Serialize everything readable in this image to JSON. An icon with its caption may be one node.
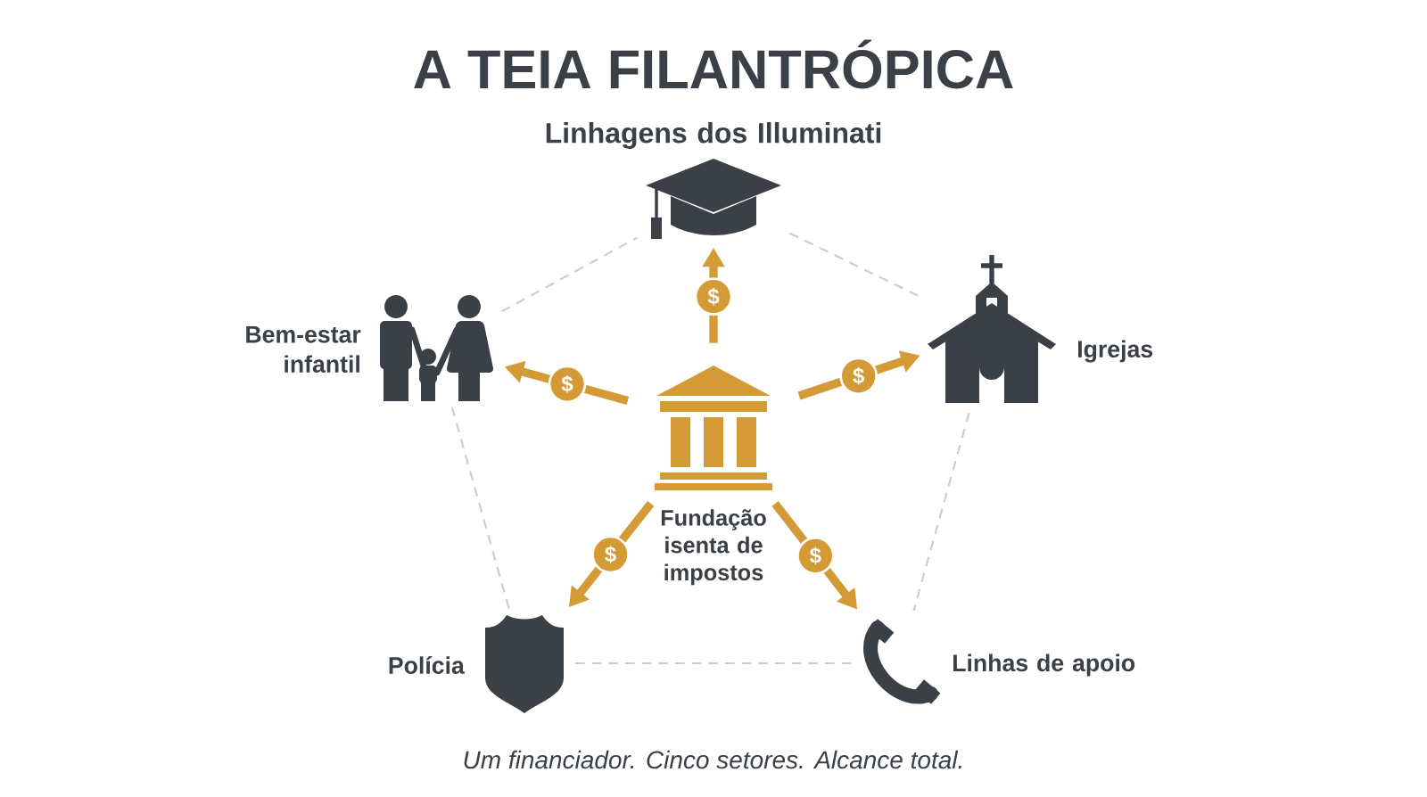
{
  "diagram": {
    "title": "A TEIA FILANTRÓPICA",
    "caption": "Um financiador. Cinco setores. Alcance total.",
    "nodes": [
      {
        "text": [
          "Fundação isenta de impostos"
        ]
      },
      {
        "text": [
          "Linhagens dos Illuminati"
        ]
      },
      {
        "text": [
          "Bem-estar infantil"
        ]
      },
      {
        "text": [
          "Igrejas"
        ]
      },
      {
        "text": [
          "Polícia"
        ]
      },
      {
        "text": [
          "Linhas de apoio"
        ]
      }
    ],
    "edges": [
      {
        "from": 0,
        "to": 1,
        "arrow": "to",
        "label": "$",
        "style": "thick",
        "color": "#d49a35"
      },
      {
        "from": 0,
        "to": 2,
        "arrow": "to",
        "label": "$",
        "style": "thick",
        "color": "#d49a35"
      },
      {
        "from": 0,
        "to": 3,
        "arrow": "to",
        "label": "$",
        "style": "thick",
        "color": "#d49a35"
      },
      {
        "from": 0,
        "to": 4,
        "arrow": "to",
        "label": "$",
        "style": "thick",
        "color": "#d49a35"
      },
      {
        "from": 0,
        "to": 5,
        "arrow": "to",
        "label": "$",
        "style": "thick",
        "color": "#d49a35"
      },
      {
        "from": 1,
        "to": 3,
        "arrow": "none",
        "style": "dashed",
        "color": "#cccccc"
      },
      {
        "from": 3,
        "to": 5,
        "arrow": "none",
        "style": "dashed",
        "color": "#cccccc"
      },
      {
        "from": 5,
        "to": 4,
        "arrow": "none",
        "style": "dashed",
        "color": "#cccccc"
      },
      {
        "from": 4,
        "to": 2,
        "arrow": "none",
        "style": "dashed",
        "color": "#cccccc"
      },
      {
        "from": 2,
        "to": 1,
        "arrow": "none",
        "style": "dashed",
        "color": "#cccccc"
      }
    ]
  }
}
